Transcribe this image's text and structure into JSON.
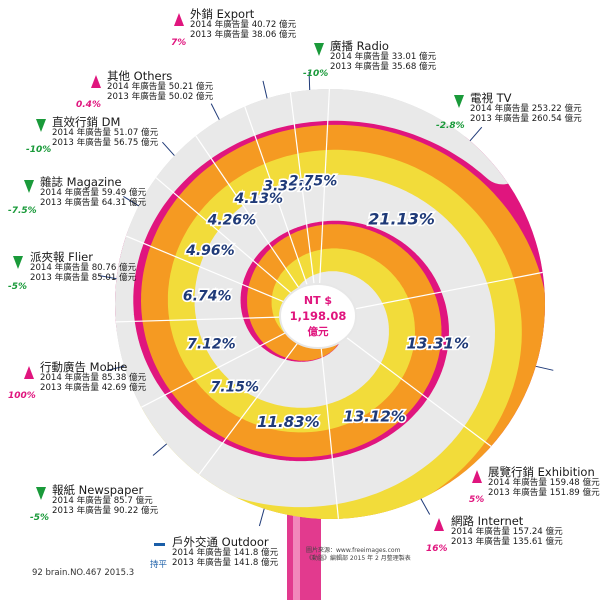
{
  "chart_data": {
    "type": "pie",
    "total_label": {
      "line1": "NT $",
      "line2": "1,198.08",
      "line3": "億元"
    },
    "slices": [
      {
        "name": "電視 TV",
        "pct": "21.13%",
        "value": 21.13,
        "y2014": "2014 年廣告量 253.22 億元",
        "y2013": "2013 年廣告量 260.54 億元",
        "change": "-2.8%",
        "trend": "down"
      },
      {
        "name": "展覽行銷 Exhibition",
        "pct": "13.31%",
        "value": 13.31,
        "y2014": "2014 年廣告量 159.48 億元",
        "y2013": "2013 年廣告量 151.89 億元",
        "change": "5%",
        "trend": "up"
      },
      {
        "name": "網路 Internet",
        "pct": "13.12%",
        "value": 13.12,
        "y2014": "2014 年廣告量 157.24 億元",
        "y2013": "2013 年廣告量 135.61 億元",
        "change": "16%",
        "trend": "up"
      },
      {
        "name": "戶外交通 Outdoor",
        "pct": "11.83%",
        "value": 11.83,
        "y2014": "2014 年廣告量 141.8 億元",
        "y2013": "2013 年廣告量 141.8 億元",
        "change": "持平",
        "trend": "flat"
      },
      {
        "name": "報紙 Newspaper",
        "pct": "7.15%",
        "value": 7.15,
        "y2014": "2014 年廣告量 85.7 億元",
        "y2013": "2013 年廣告量 90.22 億元",
        "change": "-5%",
        "trend": "down"
      },
      {
        "name": "行動廣告 Mobile",
        "pct": "7.12%",
        "value": 7.12,
        "y2014": "2014 年廣告量 85.38 億元",
        "y2013": "2013 年廣告量 42.69 億元",
        "change": "100%",
        "trend": "up"
      },
      {
        "name": "派夾報 Flier",
        "pct": "6.74%",
        "value": 6.74,
        "y2014": "2014 年廣告量 80.76 億元",
        "y2013": "2013 年廣告量 85.01 億元",
        "change": "-5%",
        "trend": "down"
      },
      {
        "name": "雜誌 Magazine",
        "pct": "4.96%",
        "value": 4.96,
        "y2014": "2014 年廣告量 59.49 億元",
        "y2013": "2013 年廣告量 64.31 億元",
        "change": "-7.5%",
        "trend": "down"
      },
      {
        "name": "直效行銷 DM",
        "pct": "4.26%",
        "value": 4.26,
        "y2014": "2014 年廣告量 51.07 億元",
        "y2013": "2013 年廣告量 56.75 億元",
        "change": "-10%",
        "trend": "down"
      },
      {
        "name": "其他 Others",
        "pct": "4.13%",
        "value": 4.13,
        "y2014": "2014 年廣告量 50.21 億元",
        "y2013": "2013 年廣告量 50.02 億元",
        "change": "0.4%",
        "trend": "up"
      },
      {
        "name": "外銷 Export",
        "pct": "3.39%",
        "value": 3.39,
        "y2014": "2014 年廣告量 40.72 億元",
        "y2013": "2013 年廣告量 38.06 億元",
        "change": "7%",
        "trend": "up"
      },
      {
        "name": "廣播 Radio",
        "pct": "2.75%",
        "value": 2.75,
        "y2014": "2014 年廣告量 33.01 億元",
        "y2013": "2013 年廣告量 35.68 億元",
        "change": "-10%",
        "trend": "down"
      }
    ]
  },
  "colors": {
    "pink": "#e0157e",
    "orange": "#f59a22",
    "yellow": "#f2dc3a",
    "white_swirl": "#e9e9e9",
    "gray": "#b9b9b9",
    "label_text": "#1f3a78",
    "down": "#1a9a3a",
    "up": "#e0157e",
    "flat": "#1a5ea8",
    "stick": "#e23a8e"
  },
  "footer": {
    "page": "92 brain.NO.467 2015.3",
    "source1": "圖片來源：www.freeimages.com",
    "source2": "《動腦》編輯部 2015 年 2 月整理製表"
  }
}
